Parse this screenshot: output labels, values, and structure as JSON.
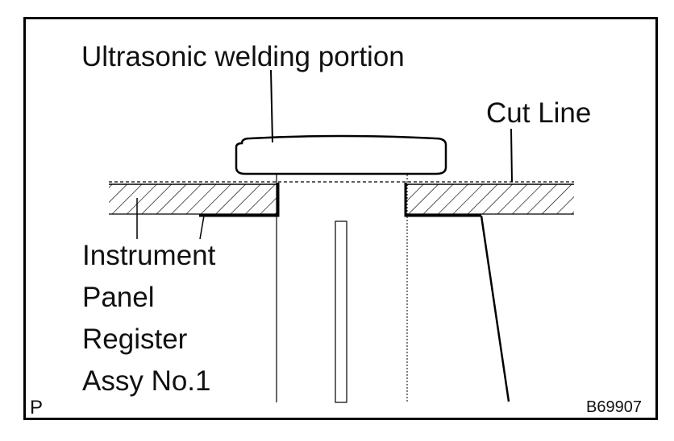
{
  "labels": {
    "ultrasonic": "Ultrasonic welding portion",
    "cut_line": "Cut Line",
    "instrument_lines": [
      "Instrument",
      "Panel",
      "Register",
      "Assy No.1"
    ]
  },
  "corner": {
    "page_letter": "P",
    "figure_code": "B69907"
  }
}
